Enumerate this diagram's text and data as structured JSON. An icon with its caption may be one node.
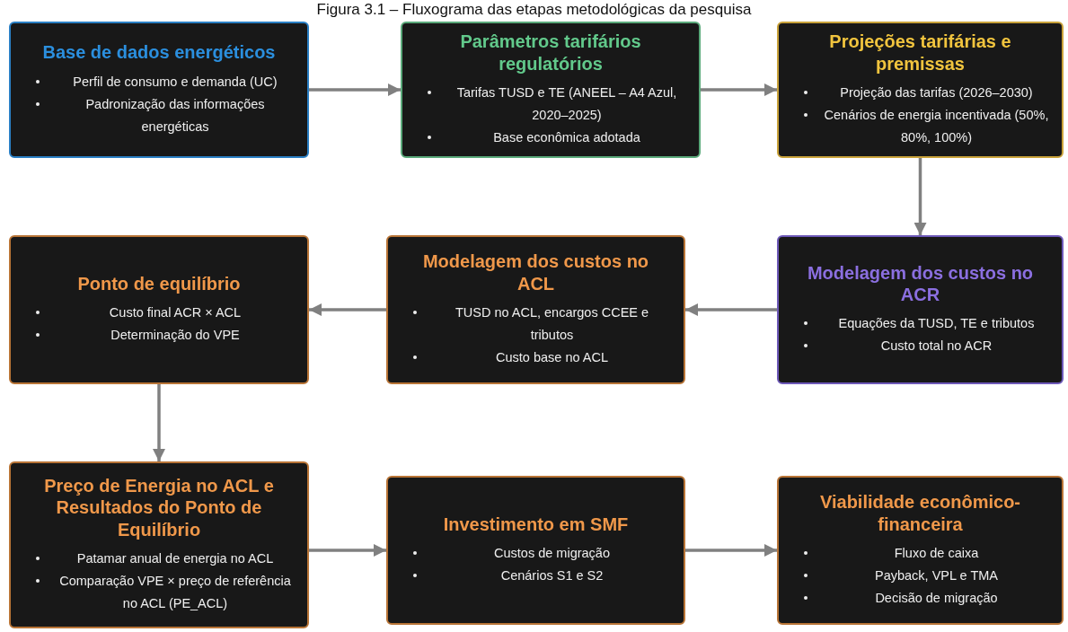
{
  "diagram": {
    "title": "Figura 3.1 – Fluxograma das etapas metodológicas da pesquisa",
    "nodes": [
      {
        "text": [
          "Base de dados energéticos",
          "Perfil de consumo e demanda (UC)",
          "Padronização das informações energéticas"
        ]
      },
      {
        "text": [
          "Parâmetros tarifários regulatórios",
          "Tarifas TUSD e TE (ANEEL – A4 Azul, 2020–2025)",
          "Base econômica adotada"
        ]
      },
      {
        "text": [
          "Projeções tarifárias e premissas",
          "Projeção das tarifas (2026–2030)",
          "Cenários de energia incentivada (50%, 80%, 100%)"
        ]
      },
      {
        "text": [
          "Ponto de equilíbrio",
          "Custo final ACR × ACL",
          "Determinação do VPE"
        ]
      },
      {
        "text": [
          "Modelagem dos custos no ACL",
          "TUSD no ACL, encargos CCEE e tributos",
          "Custo base no ACL"
        ]
      },
      {
        "text": [
          "Modelagem dos custos no ACR",
          "Equações da TUSD, TE e tributos",
          "Custo total no ACR"
        ]
      },
      {
        "text": [
          "Preço de Energia no ACL e Resultados do Ponto de Equilíbrio",
          "Patamar anual de energia no ACL",
          "Comparação VPE × preço de referência no ACL (PE_ACL)"
        ]
      },
      {
        "text": [
          "Investimento em SMF",
          "Custos de migração",
          "Cenários S1 e S2"
        ]
      },
      {
        "text": [
          "Viabilidade econômico-financeira",
          "Fluxo de caixa",
          "Payback, VPL e TMA",
          "Decisão de migração"
        ]
      }
    ],
    "edges": [
      {
        "from": 0,
        "to": 1,
        "arrow": "to"
      },
      {
        "from": 1,
        "to": 2,
        "arrow": "to"
      },
      {
        "from": 2,
        "to": 5,
        "arrow": "to"
      },
      {
        "from": 5,
        "to": 4,
        "arrow": "to"
      },
      {
        "from": 4,
        "to": 3,
        "arrow": "to"
      },
      {
        "from": 3,
        "to": 6,
        "arrow": "to"
      },
      {
        "from": 6,
        "to": 7,
        "arrow": "to"
      },
      {
        "from": 7,
        "to": 8,
        "arrow": "to"
      }
    ]
  }
}
